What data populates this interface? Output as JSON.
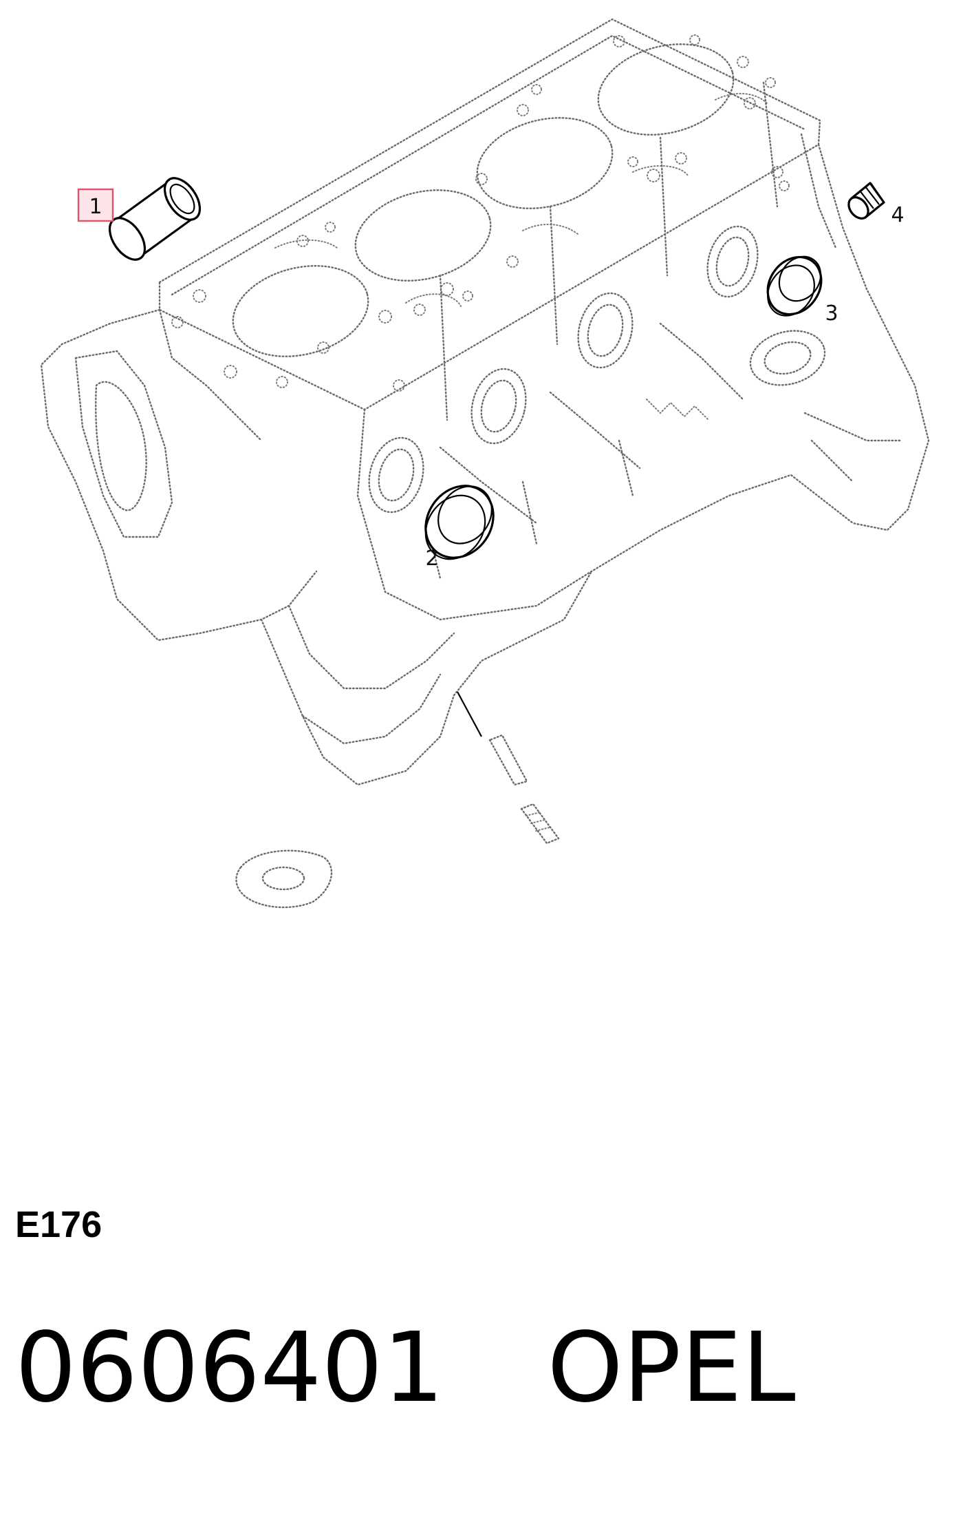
{
  "callouts": [
    "1",
    "2",
    "3",
    "4"
  ],
  "diagram_code": "E176",
  "part_number": "0606401",
  "brand": "OPEL"
}
